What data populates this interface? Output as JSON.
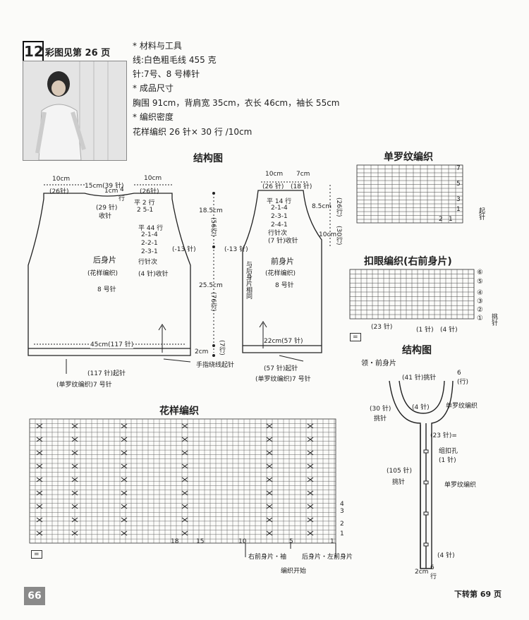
{
  "header": {
    "number": "12",
    "ref": "彩图见第 26 页"
  },
  "specs": {
    "materials_title": "* 材料与工具",
    "yarn": "线:白色粗毛线 455 克",
    "needles": "针:7号、8 号棒针",
    "size_title": "* 成品尺寸",
    "size": "胸围 91cm，背肩宽 35cm，衣长 46cm，袖长 55cm",
    "density_title": "* 编织密度",
    "density": "花样编织 26 针× 30 行 /10cm"
  },
  "sections": {
    "structure": "结构图",
    "rib": "单罗纹编织",
    "buttonhole": "扣眼编织(右前身片)",
    "structure2": "结构图",
    "collar": "领・前身片",
    "pattern": "花样编织"
  },
  "back": {
    "title": "后身片",
    "sub": "(花样编织)",
    "needle": "8 号针",
    "top_left": "10cm",
    "top_left_st": "(26针)",
    "top_mid": "15cm(39 针)",
    "top_right": "10cm",
    "top_right_st": "(26针)",
    "neck_a": "1cm",
    "neck_b": "4",
    "neck_c": "行",
    "shoulder": "(29 针)",
    "shoulder2": "收针",
    "flat2": "平 2 行",
    "row_a": "2  5-1",
    "flat44": "平 44 行",
    "r1": "2-1-4",
    "r2": "2-2-1",
    "r3": "2-3-1",
    "dec": "行针次",
    "dec2": "(4 针)收针",
    "side": "(-13 针)",
    "width": "45cm(117 针)",
    "cast_on": "(117 针)起针",
    "rib_note": "(单罗纹编织)7 号针"
  },
  "vertical": {
    "v1": "18.5cm",
    "v1s": "(56行)",
    "v2": "25.5cm",
    "v2s": "(76行)",
    "v3": "2cm",
    "v3s": "(7行)",
    "thumb": "手指绕线起针"
  },
  "front": {
    "top_left": "10cm",
    "top_right": "7cm",
    "st_left": "(26 针)",
    "st_right": "(18 针)",
    "flat14": "平 14 行",
    "r1": "2-1-4",
    "r2": "2-3-1",
    "r3": "2-4-1",
    "dec": "行针次",
    "dec2": "(7 针)收针",
    "v_top": "8.5cm",
    "v_top_s": "(26行)",
    "v_mid": "10cm",
    "v_mid_s": "(30行)",
    "side": "(-13 针)",
    "note": "与后身片相同",
    "title": "前身片",
    "sub": "(花样编织)",
    "needle": "8 号针",
    "width": "22cm(57 针)",
    "cast_on": "(57 针)起针",
    "rib_note": "(单罗纹编织)7 号针"
  },
  "rib_chart": {
    "row7": "7",
    "row5": "5",
    "row3": "3",
    "row1": "1",
    "col2": "2",
    "col1": "1",
    "start": "起针"
  },
  "buttonhole": {
    "rows": [
      "⑥",
      "⑤",
      "④",
      "③",
      "②",
      "①"
    ],
    "sts1": "(23 针)",
    "sts2": "(1 针)",
    "sts3": "(4 针)",
    "pick": "挑针",
    "legend": "="
  },
  "collar": {
    "label41": "(41 针)挑针",
    "n6": "6",
    "n6s": "(行)",
    "label30": "(30 针)",
    "pick30": "挑针",
    "label4": "(4 针)",
    "rib": "单罗纹编织",
    "label23": "(23 针)=",
    "hole": "组扣孔",
    "hole2": "(1 针)",
    "label105": "(105 针)",
    "pick105": "挑针",
    "rib2": "单罗纹编织",
    "label4b": "(4 针)",
    "bottom": "2cm",
    "bottom2": "6",
    "bottom3": "行"
  },
  "pattern_chart": {
    "cols": [
      "18",
      "15",
      "10",
      "5",
      "1"
    ],
    "rows": [
      "4",
      "3",
      "2",
      "1"
    ],
    "part1": "右前身片・袖",
    "part2": "后身片・左前身片",
    "start": "编织开始",
    "legend": "="
  },
  "footer": {
    "continue": "下转第 69 页",
    "page": "66"
  }
}
